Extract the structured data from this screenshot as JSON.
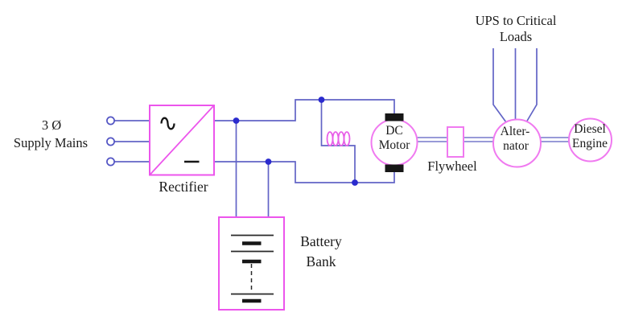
{
  "diagram": {
    "components": {
      "supply": {
        "line1": "3 Ø",
        "line2": "Supply Mains"
      },
      "rectifier": {
        "label": "Rectifier"
      },
      "battery": {
        "line1": "Battery",
        "line2": "Bank"
      },
      "dc_motor": {
        "line1": "DC",
        "line2": "Motor"
      },
      "flywheel": {
        "label": "Flywheel"
      },
      "alternator": {
        "line1": "Alter-",
        "line2": "nator"
      },
      "diesel_engine": {
        "line1": "Diesel",
        "line2": "Engine"
      },
      "ups_output": {
        "line1": "UPS to Critical",
        "line2": "Loads"
      }
    },
    "icons": {
      "ac_symbol": "sine-wave",
      "dc_symbol": "horizontal-dash",
      "supply_terminal": "open-circle",
      "junction_node": "filled-dot",
      "inductor": "coil-4-loops",
      "battery_cells": "long-short-plates-with-dashed-gap",
      "motor_brushes": "black-blocks",
      "shaft": "double-line"
    },
    "colors": {
      "wire_blue": "#6264C6",
      "node_blue": "#2B2BCE",
      "shaft_blue": "#7678CC",
      "magenta_box": "#EC55EC",
      "magenta_circle": "#F07AF0",
      "symbol_black": "#161616",
      "text_black": "#1B1B1B",
      "background": "#FFFFFF"
    }
  }
}
